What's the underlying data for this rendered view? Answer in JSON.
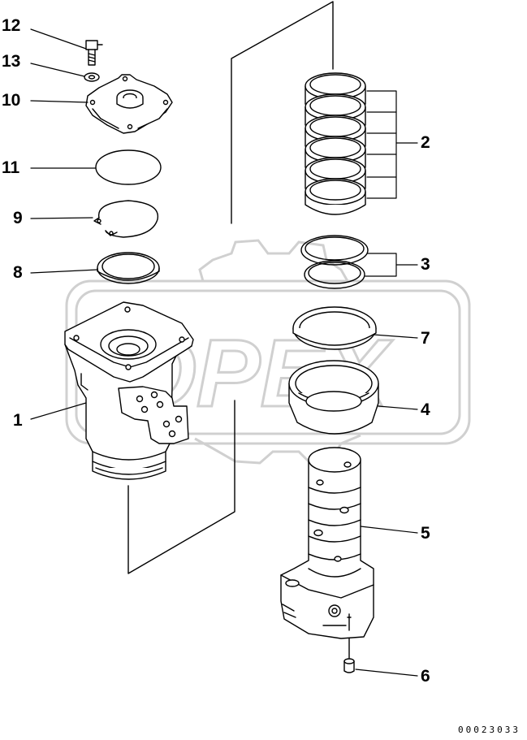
{
  "diagram": {
    "type": "exploded-parts-diagram",
    "callouts": [
      {
        "id": "c12",
        "label": "12"
      },
      {
        "id": "c13",
        "label": "13"
      },
      {
        "id": "c10",
        "label": "10"
      },
      {
        "id": "c11",
        "label": "11"
      },
      {
        "id": "c9",
        "label": "9"
      },
      {
        "id": "c8",
        "label": "8"
      },
      {
        "id": "c1",
        "label": "1"
      },
      {
        "id": "c2",
        "label": "2"
      },
      {
        "id": "c3",
        "label": "3"
      },
      {
        "id": "c7",
        "label": "7"
      },
      {
        "id": "c4",
        "label": "4"
      },
      {
        "id": "c5",
        "label": "5"
      },
      {
        "id": "c6",
        "label": "6"
      }
    ],
    "drawing_number": "00023033",
    "watermark": {
      "text": "OPEX",
      "color": "#d0d0d0"
    },
    "line_color": "#000000"
  }
}
